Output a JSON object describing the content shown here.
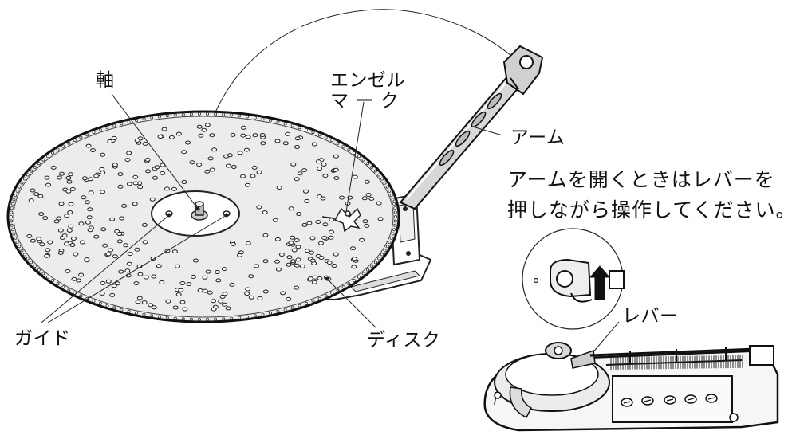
{
  "labels": {
    "shaft": "軸",
    "angel_mark_line1": "エンゼル",
    "angel_mark_line2": "マ ー ク",
    "arm": "アーム",
    "guide": "ガイド",
    "disc": "ディスク",
    "lever": "レバー"
  },
  "instruction": {
    "line1": "アームを開くときはレバーを",
    "line2": "押しながら操作してください。"
  }
}
